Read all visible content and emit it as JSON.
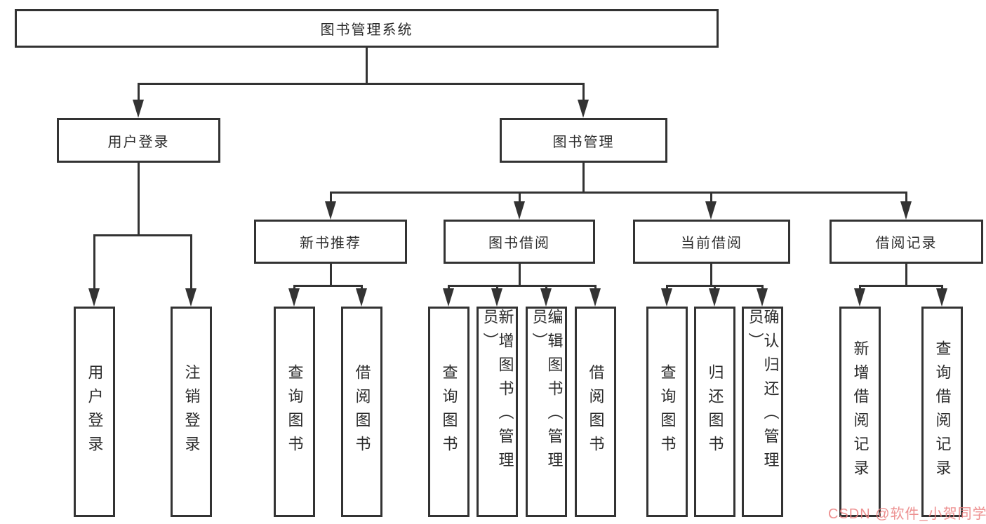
{
  "tree": {
    "root": {
      "label": "图书管理系统"
    },
    "branches": [
      {
        "label": "用户登录",
        "children": [
          "用户登录",
          "注销登录"
        ]
      },
      {
        "label": "图书管理",
        "children": [
          {
            "label": "新书推荐",
            "children": [
              "查询图书",
              "借阅图书"
            ]
          },
          {
            "label": "图书借阅",
            "children": [
              "查询图书",
              "新增图书（管理员）",
              "编辑图书（管理员）",
              "借阅图书"
            ]
          },
          {
            "label": "当前借阅",
            "children": [
              "查询图书",
              "归还图书",
              "确认归还（管理员）"
            ]
          },
          {
            "label": "借阅记录",
            "children": [
              "新增借阅记录",
              "查询借阅记录"
            ]
          }
        ]
      }
    ]
  },
  "watermark": {
    "text": "CSDN @软件_小贺同学",
    "color": "#ea8282"
  },
  "colors": {
    "line": "#333333",
    "box_border": "#333333",
    "box_fill": "#ffffff",
    "page_bg": "#ffffff",
    "text": "#2b2b2b"
  }
}
